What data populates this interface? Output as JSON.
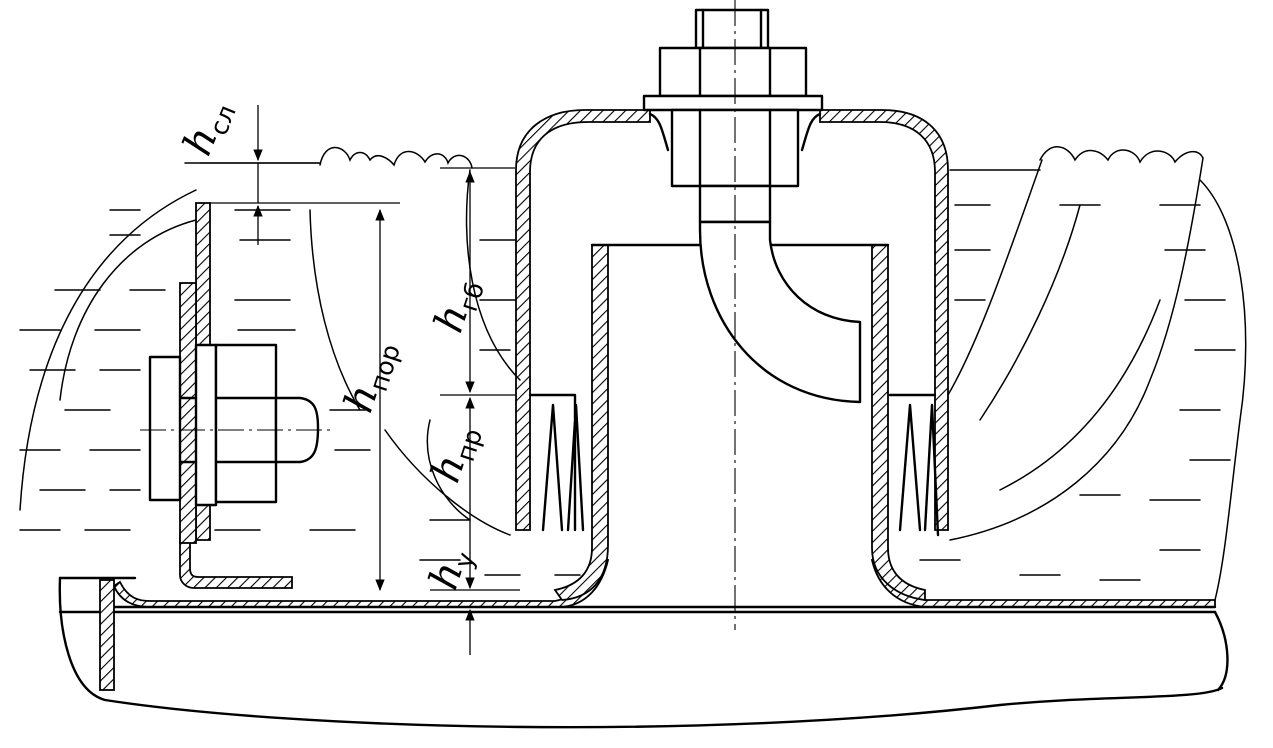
{
  "labels": {
    "h_sl": {
      "main": "h",
      "sub": "сл"
    },
    "h_por": {
      "main": "h",
      "sub": "пор"
    },
    "h_gb": {
      "main": "h",
      "sub": "гб"
    },
    "h_pr": {
      "main": "h",
      "sub": "пр"
    },
    "h_u": {
      "main": "h",
      "sub": "у"
    }
  }
}
